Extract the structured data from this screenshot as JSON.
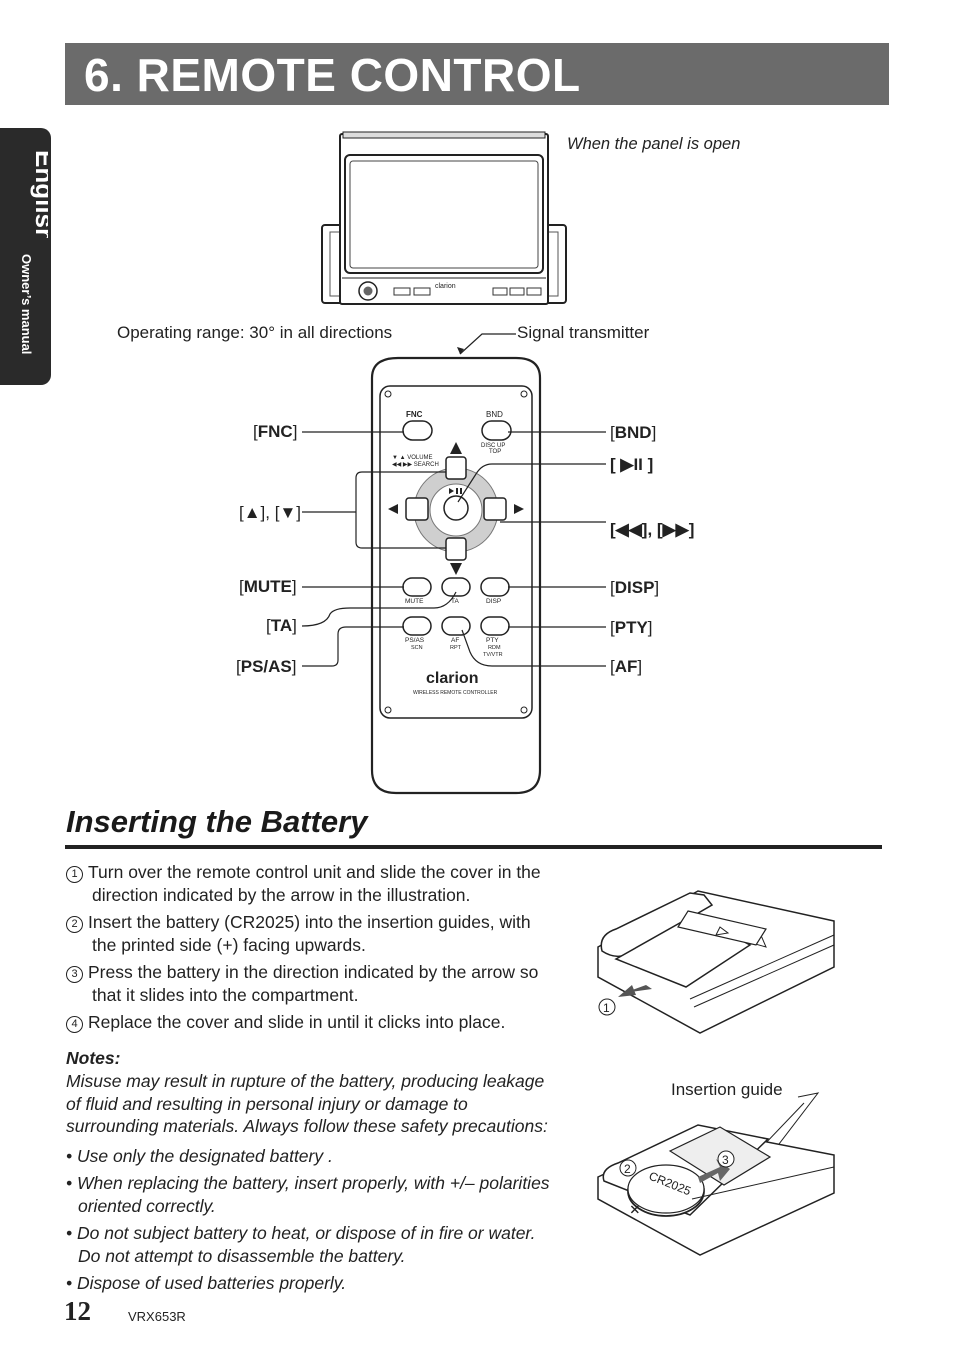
{
  "header": {
    "title": "6. REMOTE CONTROL"
  },
  "side_tab": {
    "language": "English",
    "subtitle": "Owner’s manual"
  },
  "unit_caption": "When the panel is open",
  "unit_labels": {
    "brand": "clarion"
  },
  "range_label": "Operating range: 30° in all directions",
  "signal_label": "Signal transmitter",
  "remote": {
    "brand": "clarion",
    "footer": "WIRELESS REMOTE CONTROLLER",
    "buttons": {
      "fnc": "FNC",
      "bnd": "BND",
      "bnd_sub": "DISC UP",
      "bnd_sub2": "TOP",
      "volume": "▼ ▲ VOLUME",
      "search": "◀◀ ▶▶ SEARCH",
      "mute": "MUTE",
      "ta": "TA",
      "disp": "DISP",
      "psas": "PS/AS",
      "psas_sub": "SCN",
      "af": "AF",
      "af_sub": "RPT",
      "pty": "PTY",
      "pty_sub": "RDM",
      "pty_sub2": "TV/VTR"
    }
  },
  "callouts": {
    "fnc": "FNC",
    "updown": "[▲], [▼]",
    "mute": "MUTE",
    "ta": "TA",
    "psas": "PS/AS",
    "bnd": "BND",
    "play_pause": "[ ▶II ]",
    "skip": "[◀◀], [▶▶]",
    "disp": "DISP",
    "pty": "PTY",
    "af": "AF"
  },
  "section": {
    "title": "Inserting the Battery"
  },
  "steps": [
    {
      "num": "1",
      "line1": "Turn over the remote control unit and slide the cover in the",
      "line2": "direction indicated by the arrow in the illustration."
    },
    {
      "num": "2",
      "line1": "Insert the battery (CR2025) into the insertion guides, with",
      "line2": "the printed side (+) facing upwards."
    },
    {
      "num": "3",
      "line1": "Press the battery in the direction indicated by the arrow so",
      "line2": "that it slides into the compartment."
    },
    {
      "num": "4",
      "line1": "Replace the cover and slide in until it clicks into place.",
      "line2": ""
    }
  ],
  "notes": {
    "heading": "Notes:",
    "intro1": "Misuse may result in rupture of the battery, producing leakage",
    "intro2": "of fluid and resulting in personal injury or damage to",
    "intro3": "surrounding materials. Always follow these safety precautions:",
    "bullets": [
      {
        "line1": "• Use only the designated battery .",
        "line2": ""
      },
      {
        "line1": "• When replacing the battery, insert properly, with +/– polarities",
        "line2": "oriented correctly."
      },
      {
        "line1": "• Do not subject battery to heat, or dispose of in fire or water.",
        "line2": "Do not attempt to disassemble the battery."
      },
      {
        "line1": "• Dispose of used batteries properly.",
        "line2": ""
      }
    ]
  },
  "battery_figure": {
    "step1_marker": "1",
    "step2_marker": "2",
    "step3_marker": "3",
    "insertion_guide": "Insertion guide",
    "battery_label": "CR2025",
    "plus": "+"
  },
  "footer": {
    "page_number": "12",
    "model": "VRX653R"
  }
}
